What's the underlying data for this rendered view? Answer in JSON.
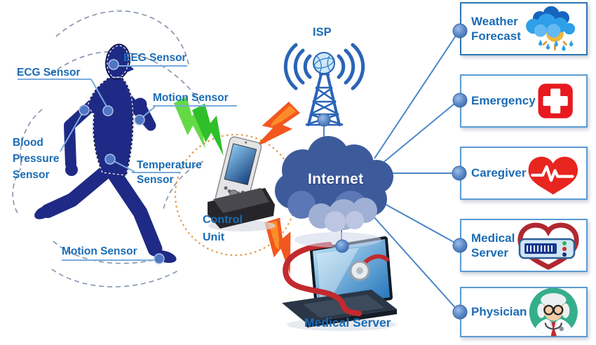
{
  "figure": {
    "sensors": {
      "eeg": "EEG Sensor",
      "ecg": "ECG Sensor",
      "motion_hand": "Motion Sensor",
      "blood_pressure": "Blood\nPressure\nSensor",
      "temperature": "Temperature\nSensor",
      "motion_foot": "Motion Sensor"
    }
  },
  "nodes": {
    "control_unit": "Control\nUnit",
    "isp": "ISP",
    "internet": "Internet",
    "medical_server_caption": "Medical Server"
  },
  "services": [
    {
      "label": "Weather\nForecast",
      "icon": "weather-forecast-icon"
    },
    {
      "label": "Emergency",
      "icon": "emergency-cross-icon"
    },
    {
      "label": "Caregiver",
      "icon": "heart-pulse-icon"
    },
    {
      "label": "Medical\nServer",
      "icon": "heart-server-icon"
    },
    {
      "label": "Physician",
      "icon": "doctor-avatar-icon"
    }
  ],
  "connections": [
    {
      "from": "body-sensors",
      "to": "control-unit",
      "style": "green-lightning"
    },
    {
      "from": "control-unit",
      "to": "isp",
      "style": "orange-lightning"
    },
    {
      "from": "control-unit",
      "to": "medical-server-laptop",
      "style": "orange-lightning"
    },
    {
      "from": "isp",
      "to": "internet",
      "style": "line-dot"
    },
    {
      "from": "internet",
      "to": "medical-server-laptop",
      "style": "line-dot"
    },
    {
      "from": "internet",
      "to": "Weather Forecast",
      "style": "line-dot"
    },
    {
      "from": "internet",
      "to": "Emergency",
      "style": "line-dot"
    },
    {
      "from": "internet",
      "to": "Caregiver",
      "style": "line-dot"
    },
    {
      "from": "internet",
      "to": "Medical Server",
      "style": "line-dot"
    },
    {
      "from": "internet",
      "to": "Physician",
      "style": "line-dot"
    }
  ],
  "colors": {
    "label_blue": "#1b6cb5",
    "body_navy": "#1e2a85",
    "arc_dash_gray": "#8492ad",
    "bolt_green": "#3fcc33",
    "bolt_orange": "#f2571f",
    "dotted_circle_orange": "#e09a40",
    "cloud_dark_blue": "#3d5a9b",
    "cloud_light_blue": "#9fb0d4",
    "connector_blue": "#4a86c8",
    "box_border_blue": "#5b9bd5",
    "emergency_red": "#e8191f",
    "physician_teal": "#35ae8c"
  }
}
